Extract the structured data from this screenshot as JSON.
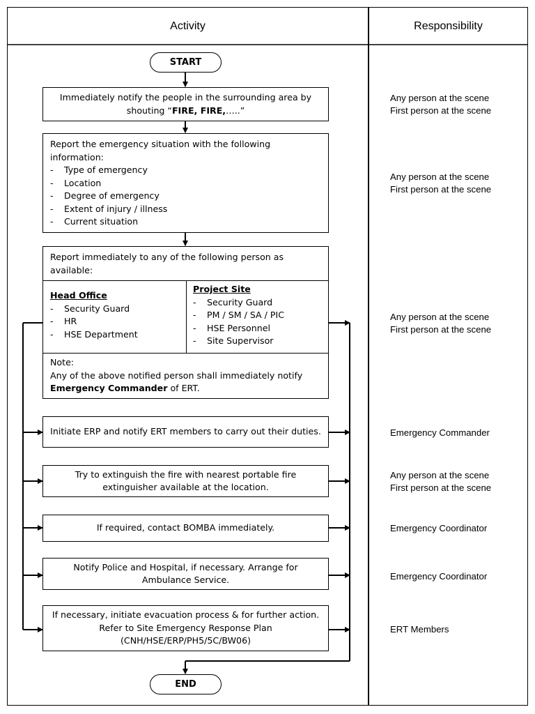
{
  "headers": {
    "activity": "Activity",
    "responsibility": "Responsibility"
  },
  "start_label": "START",
  "end_label": "END",
  "step1": {
    "prefix": "Immediately notify the people in the surrounding area by shouting “",
    "bold": "FIRE, FIRE,",
    "suffix": "…..”"
  },
  "step2": {
    "intro": "Report the emergency situation with the following information:",
    "items": [
      "Type of emergency",
      "Location",
      "Degree of emergency",
      "Extent of injury / illness",
      "Current situation"
    ]
  },
  "step3": {
    "intro": "Report immediately to any of the following person as available:",
    "head_office": {
      "title": "Head Office",
      "items": [
        "Security Guard",
        "HR",
        "HSE Department"
      ]
    },
    "project_site": {
      "title": "Project Site",
      "items": [
        "Security Guard",
        "PM / SM / SA / PIC",
        "HSE Personnel",
        "Site Supervisor"
      ]
    },
    "note_title": "Note:",
    "note_prefix": "Any of the above notified person shall immediately notify ",
    "note_bold": "Emergency Commander",
    "note_suffix": " of ERT."
  },
  "step4": "Initiate ERP and notify ERT members to carry out their duties.",
  "step5": "Try to extinguish the fire with nearest portable fire extinguisher available at the location.",
  "step6": "If required, contact BOMBA immediately.",
  "step7": "Notify Police and Hospital, if necessary. Arrange for Ambulance Service.",
  "step8": "If necessary, initiate evacuation process & for further action. Refer to Site Emergency Response Plan (CNH/HSE/ERP/PH5/5C/BW06)",
  "responsibilities": {
    "r1": [
      "Any person at the scene",
      "First person at the scene"
    ],
    "r2": [
      "Any person at the scene",
      "First person at the scene"
    ],
    "r3": [
      "Any person at the scene",
      "First person at the scene"
    ],
    "r4": "Emergency Commander",
    "r5": [
      "Any person at the scene",
      "First person at the scene"
    ],
    "r6": "Emergency Coordinator",
    "r7": "Emergency Coordinator",
    "r8": "ERT Members"
  }
}
